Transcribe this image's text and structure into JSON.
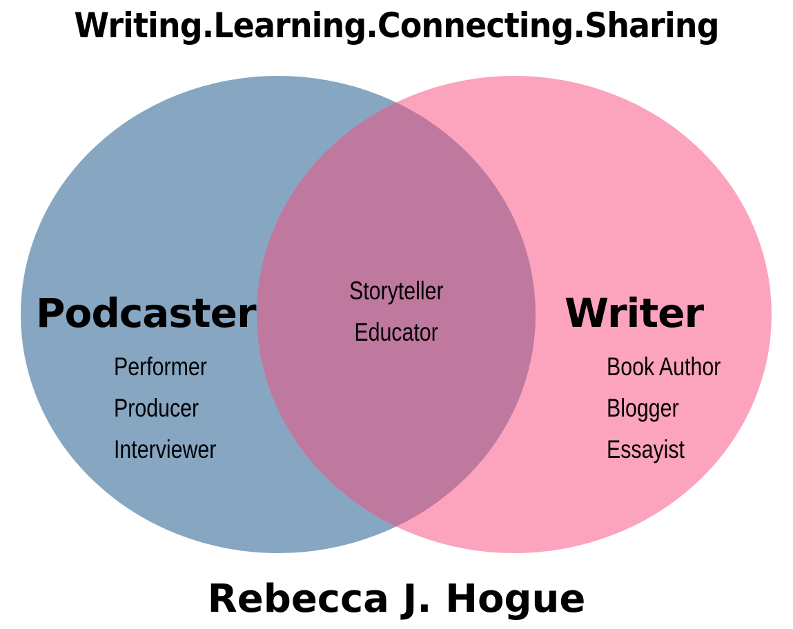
{
  "title": "Writing.Learning.Connecting.Sharing",
  "footer": "Rebecca J. Hogue",
  "colors": {
    "left_circle": "#6b93b5",
    "right_circle": "#fb8fb0",
    "overlap": "#bf789e"
  },
  "left": {
    "heading": "Podcaster",
    "items": [
      "Performer",
      "Producer",
      "Interviewer"
    ]
  },
  "center": {
    "items": [
      "Storyteller",
      "Educator"
    ]
  },
  "right": {
    "heading": "Writer",
    "items": [
      "Book Author",
      "Blogger",
      "Essayist"
    ]
  }
}
